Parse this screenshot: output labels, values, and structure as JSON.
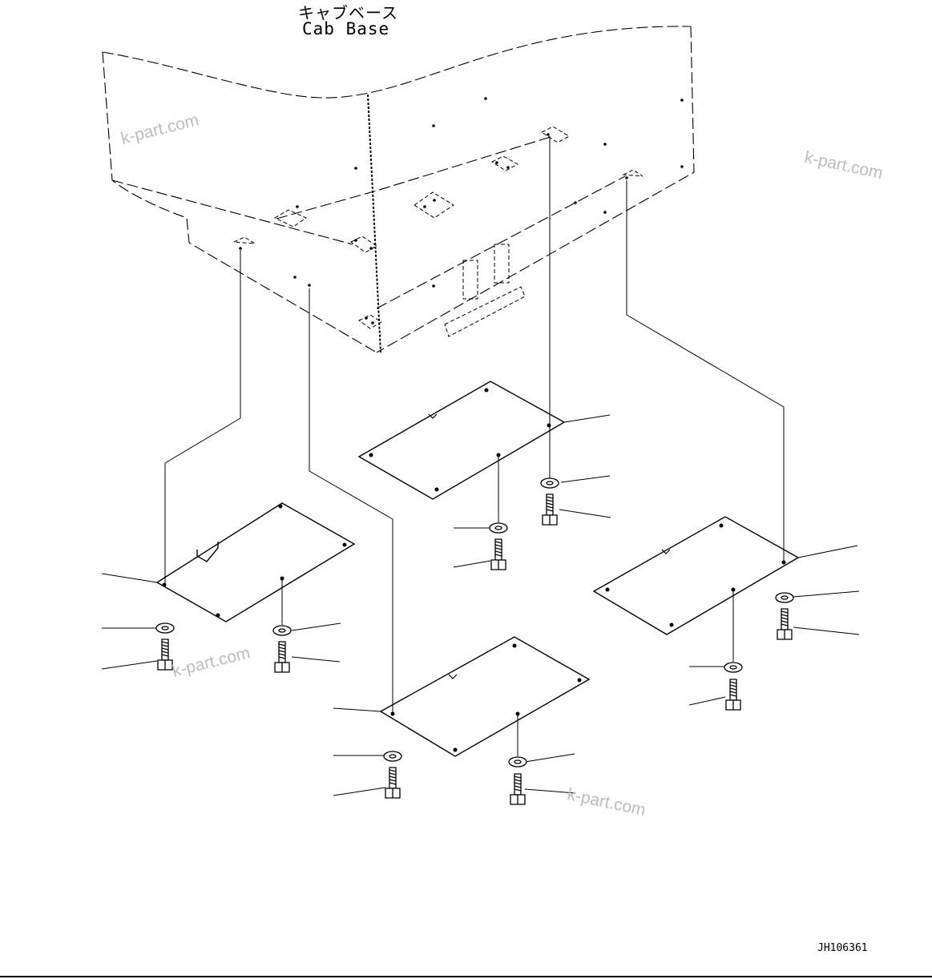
{
  "title": {
    "japanese": "キャブベース",
    "english": "Cab Base"
  },
  "watermarks": [
    "k-part.com",
    "k-part.com",
    "k-part.com",
    "k-part.com"
  ],
  "drawing_id": "JH106361"
}
